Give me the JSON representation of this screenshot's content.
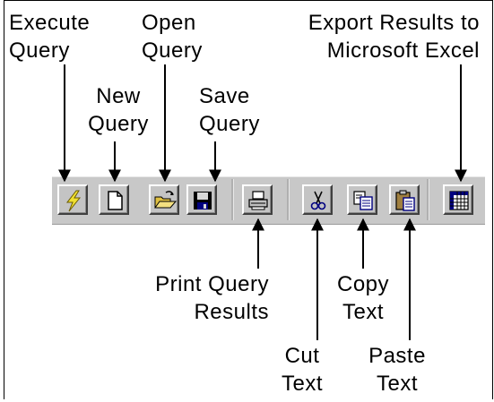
{
  "labels": {
    "execute_query": [
      "Execute",
      "Query"
    ],
    "new_query": [
      "New",
      "Query"
    ],
    "open_query": [
      "Open",
      "Query"
    ],
    "save_query": [
      "Save",
      "Query"
    ],
    "export_excel": [
      "Export Results to",
      "Microsoft Excel"
    ],
    "print_results": [
      "Print Query",
      "Results"
    ],
    "cut_text": [
      "Cut",
      "Text"
    ],
    "copy_text": [
      "Copy",
      "Text"
    ],
    "paste_text": [
      "Paste",
      "Text"
    ]
  },
  "toolbar": {
    "buttons": [
      {
        "id": "execute-query",
        "icon": "lightning-bolt-icon"
      },
      {
        "id": "new-query",
        "icon": "blank-page-icon"
      },
      {
        "id": "open-query",
        "icon": "open-folder-icon"
      },
      {
        "id": "save-query",
        "icon": "floppy-disk-icon"
      },
      {
        "id": "print-query-results",
        "icon": "printer-icon"
      },
      {
        "id": "cut-text",
        "icon": "scissors-icon"
      },
      {
        "id": "copy-text",
        "icon": "copy-icon"
      },
      {
        "id": "paste-text",
        "icon": "paste-clipboard-icon"
      },
      {
        "id": "export-excel",
        "icon": "spreadsheet-grid-icon"
      }
    ],
    "colors": {
      "face": "#c4c4c4",
      "bolt": "#f0e030",
      "folder": "#e0c040",
      "navy": "#000080"
    }
  }
}
